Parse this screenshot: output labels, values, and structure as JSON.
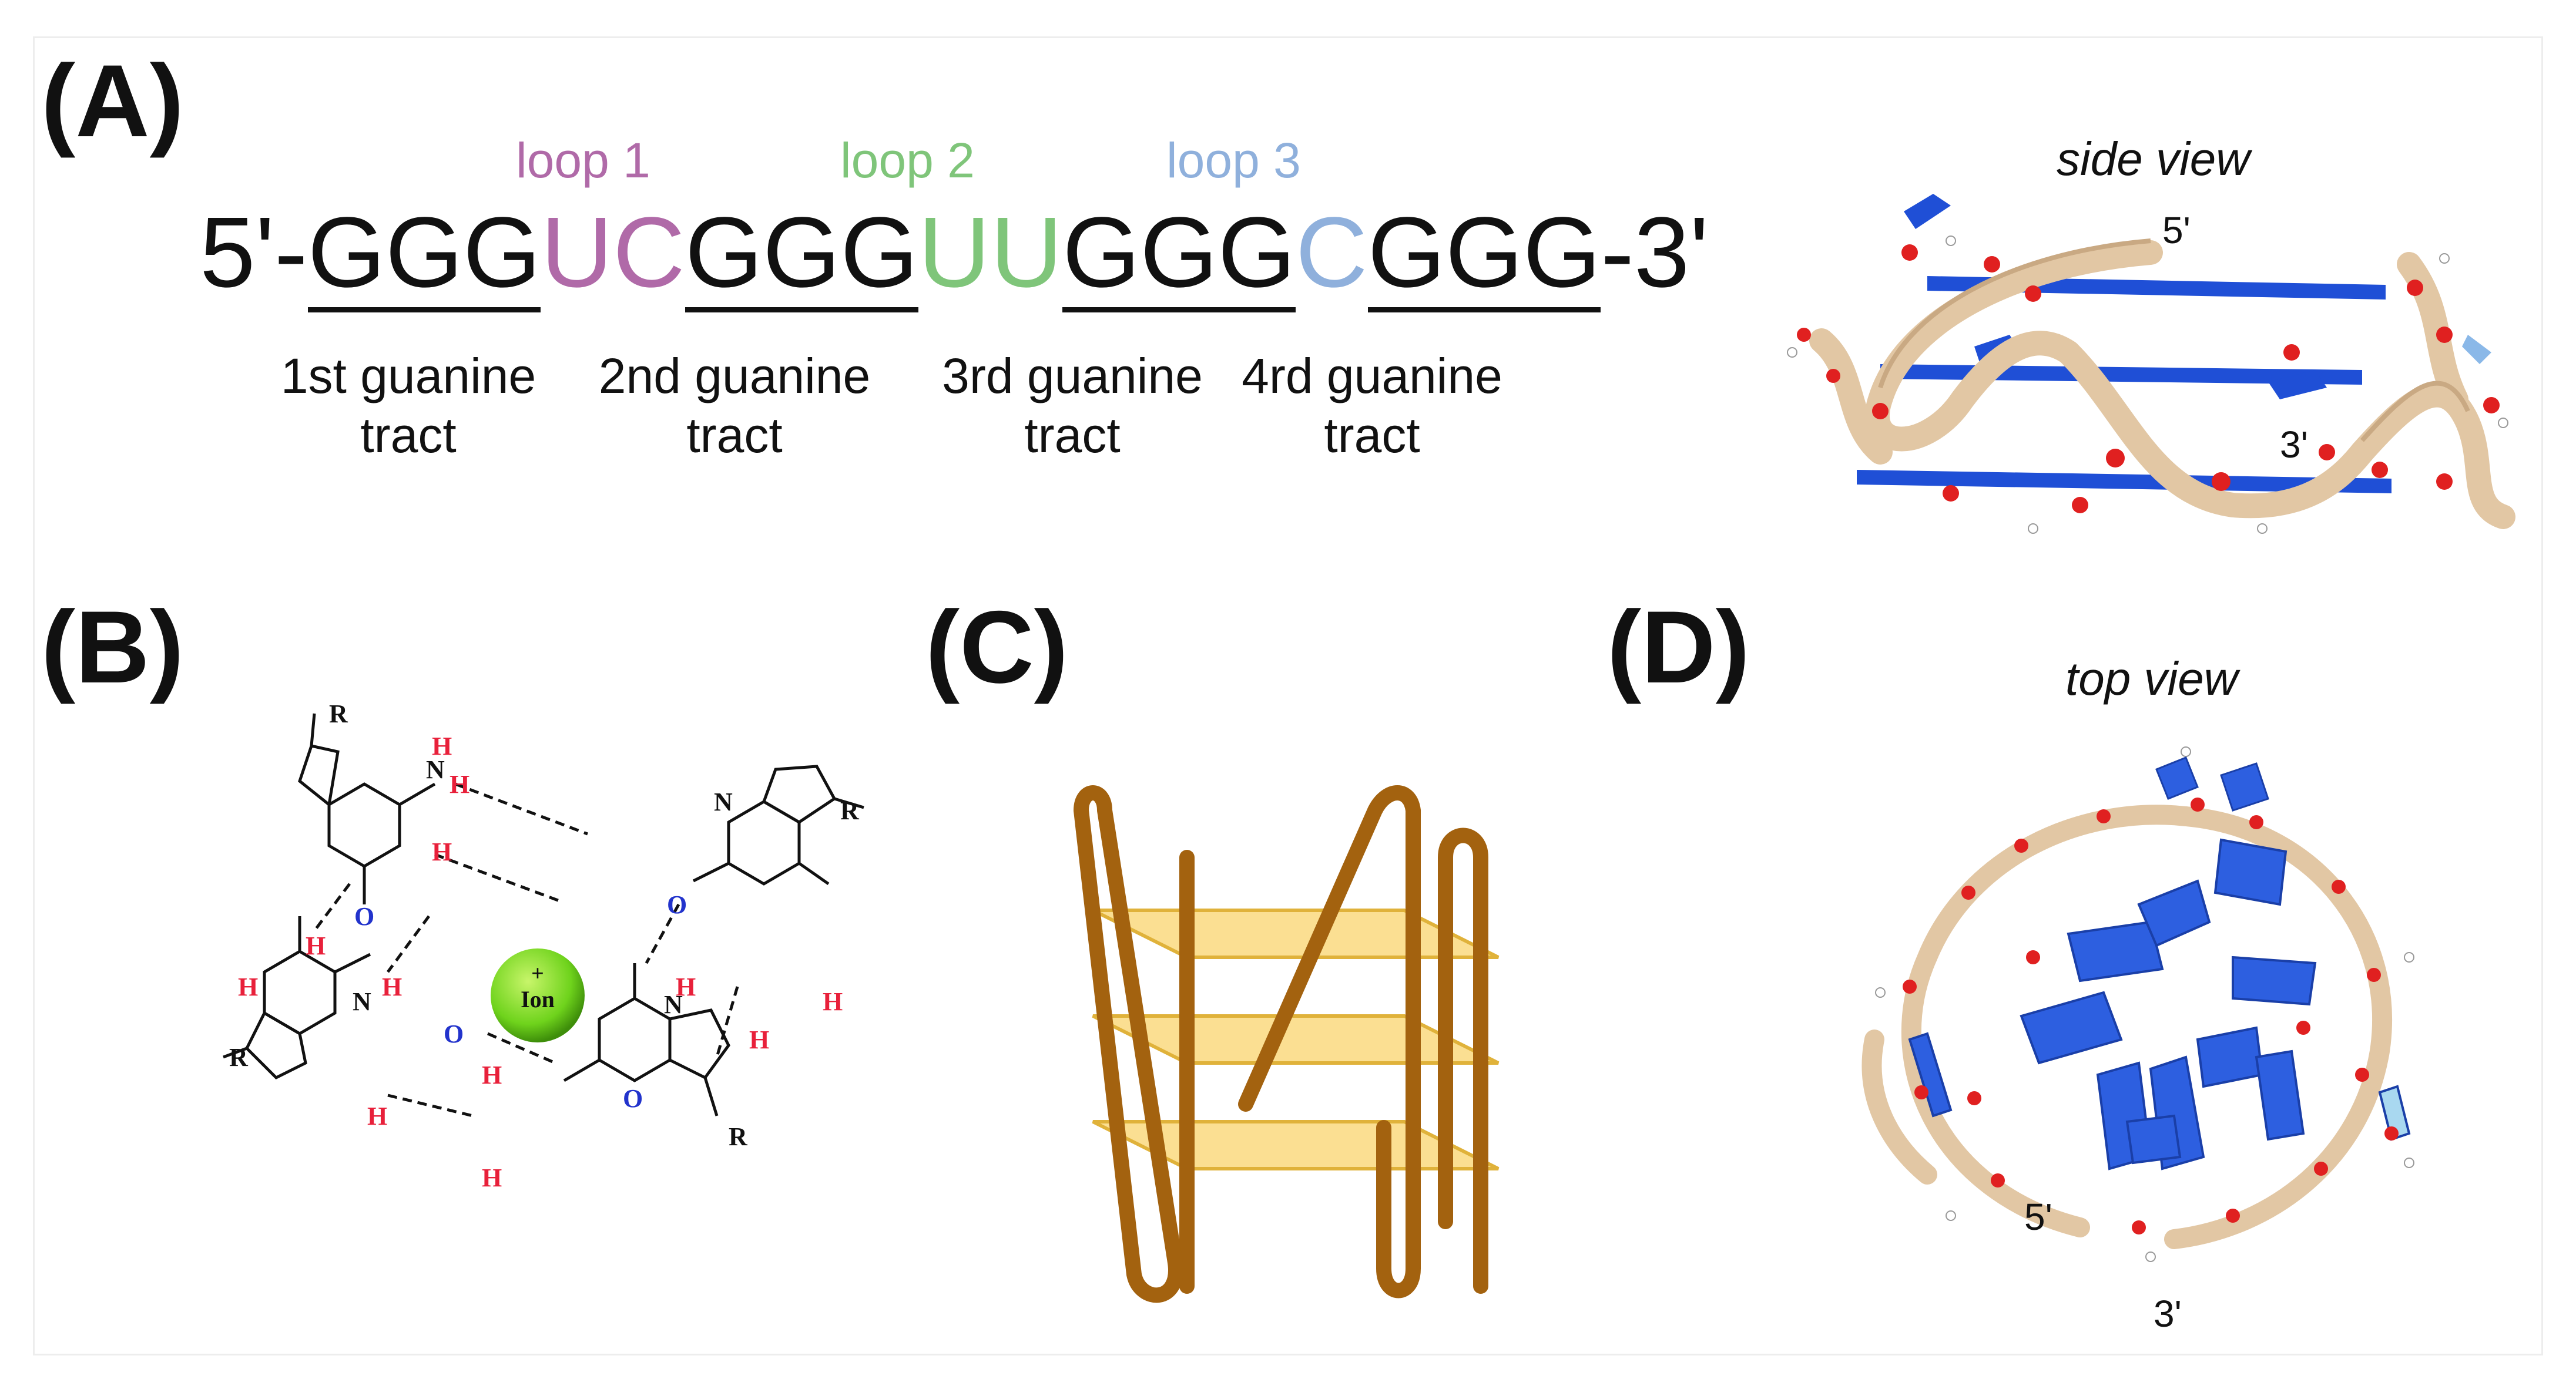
{
  "panel_a": {
    "label": "(A)",
    "sequence": {
      "prefix": "5'-",
      "tract1": "GGG",
      "loop1": "UC",
      "tract2": "GGG",
      "loop2": "UU",
      "tract3": "GGG",
      "loop3": "C",
      "tract4": "GGG",
      "suffix": "-3'"
    },
    "loop_labels": [
      "loop 1",
      "loop 2",
      "loop 3"
    ],
    "tract_labels": [
      [
        "1st guanine",
        "tract"
      ],
      [
        "2nd guanine",
        "tract"
      ],
      [
        "3rd guanine",
        "tract"
      ],
      [
        "4rd guanine",
        "tract"
      ]
    ],
    "view_label": "side view",
    "end5": "5'",
    "end3": "3'"
  },
  "panel_b": {
    "label": "(B)",
    "ion_label": "Ion",
    "ion_charge": "+",
    "atoms": {
      "N": "N",
      "H": "H",
      "O": "O",
      "R": "R"
    }
  },
  "panel_c": {
    "label": "(C)"
  },
  "panel_d": {
    "label": "(D)",
    "view_label": "top view",
    "end5": "5'",
    "end3": "3'"
  },
  "colors": {
    "loop1": "#b06aa8",
    "loop2": "#7fc57a",
    "loop3": "#8fb0dc",
    "backbone": "#e2c7a4",
    "base": "#1f4fd6",
    "oxygen": "#e02020",
    "h_atom": "#e8203a",
    "o_atom": "#2233cc",
    "ion": "#6fd31c",
    "strand": "#a3620f",
    "tetrad": "#fbdf92"
  }
}
